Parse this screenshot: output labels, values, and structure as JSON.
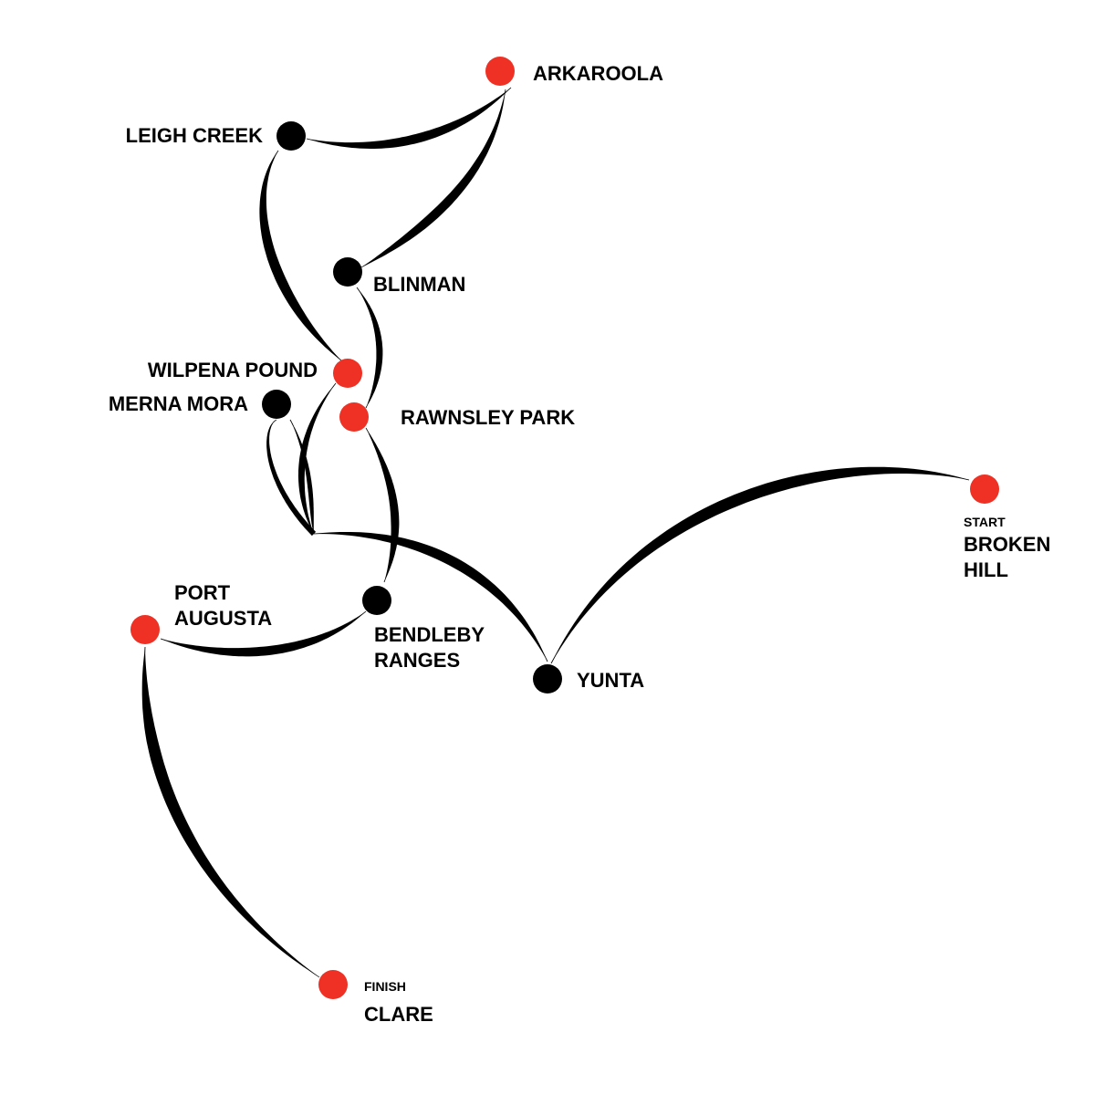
{
  "map": {
    "colors": {
      "highlight_stop": "#ee3124",
      "regular_stop": "#000000",
      "route": "#000000",
      "background": "#ffffff"
    },
    "stops": {
      "arkaroola": {
        "name": "ARKAROOLA",
        "highlight": true
      },
      "leigh_creek": {
        "name": "LEIGH CREEK",
        "highlight": false
      },
      "blinman": {
        "name": "BLINMAN",
        "highlight": false
      },
      "wilpena_pound": {
        "name": "WILPENA POUND",
        "highlight": true
      },
      "merna_mora": {
        "name": "MERNA MORA",
        "highlight": false
      },
      "rawnsley_park": {
        "name": "RAWNSLEY PARK",
        "highlight": true
      },
      "broken_hill": {
        "tag": "START",
        "name_lines": [
          "BROKEN",
          "HILL"
        ],
        "highlight": true
      },
      "port_augusta": {
        "name_lines": [
          "PORT",
          "AUGUSTA"
        ],
        "highlight": true
      },
      "bendleby_ranges": {
        "name_lines": [
          "BENDLEBY",
          "RANGES"
        ],
        "highlight": false
      },
      "yunta": {
        "name": "YUNTA",
        "highlight": false
      },
      "clare": {
        "tag": "FINISH",
        "name": "CLARE",
        "highlight": true
      }
    },
    "route_legs": [
      [
        "broken_hill",
        "yunta"
      ],
      [
        "yunta",
        "merna_mora"
      ],
      [
        "merna_mora",
        "wilpena_pound"
      ],
      [
        "wilpena_pound",
        "leigh_creek"
      ],
      [
        "leigh_creek",
        "arkaroola"
      ],
      [
        "arkaroola",
        "blinman"
      ],
      [
        "blinman",
        "rawnsley_park"
      ],
      [
        "rawnsley_park",
        "bendleby_ranges"
      ],
      [
        "bendleby_ranges",
        "port_augusta"
      ],
      [
        "port_augusta",
        "clare"
      ]
    ]
  }
}
